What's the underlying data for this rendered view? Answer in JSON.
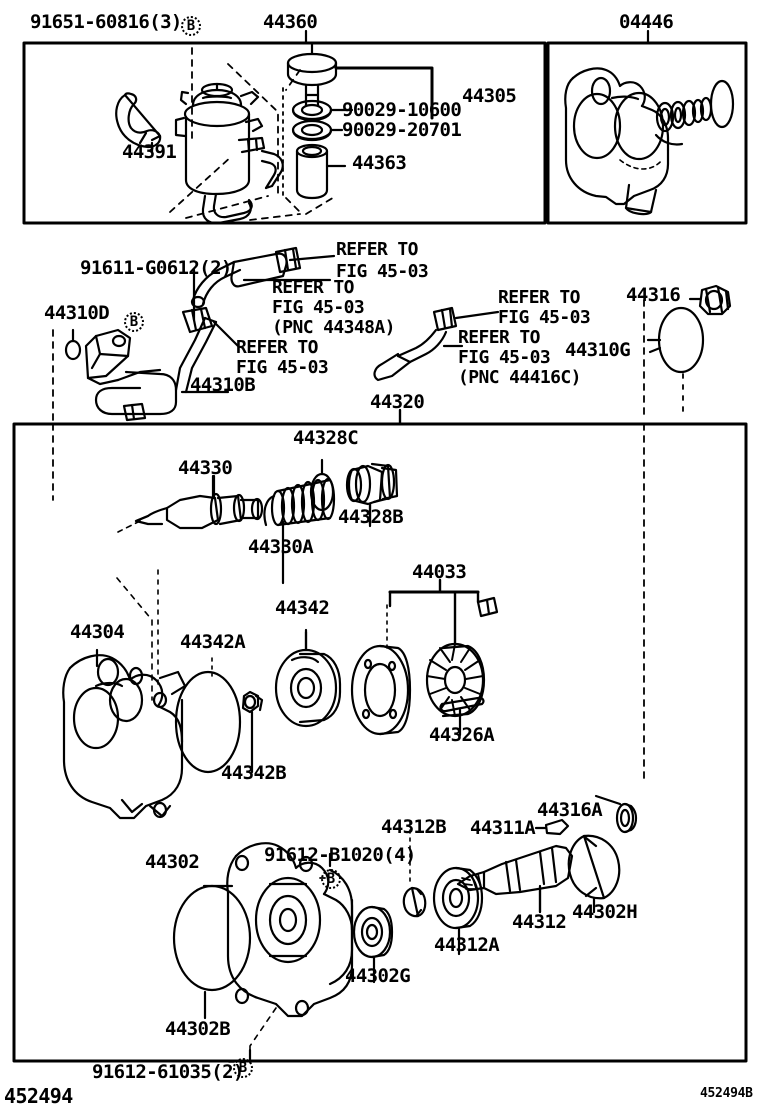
{
  "page": {
    "title": "Toyota Power Steering Pump Parts Diagram",
    "figure_code_left": "452494",
    "figure_code_right": "452494B"
  },
  "boxes": {
    "reservoir": {
      "caption_left": "91651-60816(3)",
      "caption_center": "44360"
    },
    "gasket_kit": {
      "caption": "04446"
    },
    "pump_assy": {
      "caption": "44320"
    }
  },
  "labels": {
    "l01": "91651-60816(3)",
    "l02": "44360",
    "l03": "04446",
    "l04": "44305",
    "l05": "90029-10600",
    "l06": "90029-20701",
    "l07": "44363",
    "l08": "44391",
    "l09": "91611-G0612(2)",
    "l10": "44310D",
    "l11": "44310B",
    "l12": "44316",
    "l13": "44310G",
    "l14": "44320",
    "l15": "44328C",
    "l16": "44330",
    "l17": "44330A",
    "l18": "44328B",
    "l19": "44033",
    "l20": "44342",
    "l21": "44304",
    "l22": "44342A",
    "l23": "44342B",
    "l24": "44326A",
    "l25": "44312B",
    "l26": "44311A",
    "l27": "44316A",
    "l28": "91612-B1020(4)",
    "l29": "44302",
    "l30": "44312A",
    "l31": "44312",
    "l32": "44302H",
    "l33": "44302G",
    "l34": "44302B",
    "l35": "91612-61035(2)"
  },
  "refer_notes": {
    "n1_line1": "REFER TO",
    "n1_line2": "FIG 45-03",
    "n2_line1": "REFER TO",
    "n2_line2": "FIG 45-03",
    "n2_line3": "(PNC 44348A)",
    "n3_line1": "REFER TO",
    "n3_line2": "FIG 45-03",
    "n4_line1": "REFER TO",
    "n4_line2": "FIG 45-03",
    "n5_line1": "REFER TO",
    "n5_line2": "FIG 45-03",
    "n5_line3": "(PNC 44416C)"
  },
  "markers": {
    "b_marker": "B"
  },
  "colors": {
    "ink": "#000000",
    "paper": "#ffffff"
  }
}
